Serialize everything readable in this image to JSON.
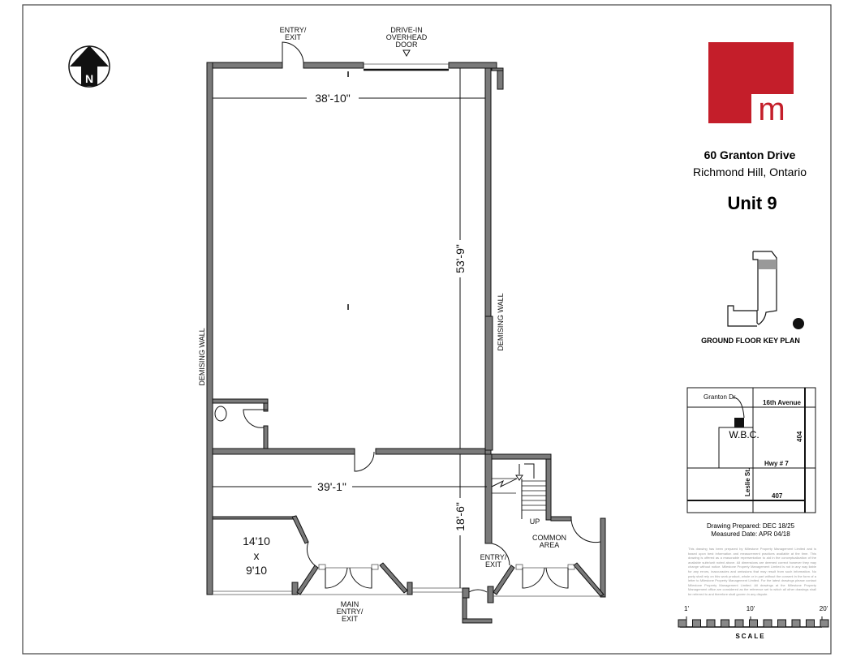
{
  "plan": {
    "top_entry_label": [
      "ENTRY/",
      "EXIT"
    ],
    "overhead_door_label": [
      "DRIVE-IN",
      "OVERHEAD",
      "DOOR"
    ],
    "dim_width_top": "38'-10\"",
    "dim_depth_main": "53'-9\"",
    "dim_width_bottom": "39'-1\"",
    "dim_depth_front": "18'-6\"",
    "demising_wall_left": "DEMISING WALL",
    "demising_wall_right": "DEMISING WALL",
    "office_size": [
      "14'10",
      "x",
      "9'10"
    ],
    "main_entry_label": [
      "MAIN",
      "ENTRY/",
      "EXIT"
    ],
    "side_entry_label": [
      "ENTRY/",
      "EXIT"
    ],
    "common_area_label": [
      "COMMON",
      "AREA"
    ],
    "stair_label": "UP",
    "north_icon": "north-arrow-icon"
  },
  "info": {
    "logo_letter": "m",
    "logo_color": "#c41e2a",
    "address": "60 Granton Drive",
    "city": "Richmond Hill, Ontario",
    "unit": "Unit 9",
    "key_plan_title": "GROUND FLOOR KEY PLAN",
    "map": {
      "granton": "Granton Dr.",
      "sixteenth": "16th Avenue",
      "wbc": "W.B.C.",
      "hwy404": "404",
      "hwy7": "Hwy # 7",
      "leslie": "Leslie St.",
      "hwy407": "407"
    },
    "drawing_prepared": "Drawing Prepared: DEC 18/25",
    "measured_date": "Measured Date: APR 04/18",
    "disclaimer": "This drawing has been prepared by Milestone Property Management Limited and is based upon best information and measurement practices available at the time. This drawing is offered as a reasonable representation to aid in the conceptualization of the available suite/unit noted above. All dimensions are deemed correct however they may change without notice. Milestone Property Management Limited is not in any way liable for any errors, inaccuracies and omissions that may result from such information. No party shall rely on this work product, whole or in part without the consent in the form of a letter to Milestone Property Management Limited. For the latest drawings please contact Milestone Property Management Limited. All drawings at the Milestone Property Management office are considered as the reference set to which all other drawings shall be referred to and therefore shall govern in any dispute.",
    "scale": {
      "ticks": [
        "1'",
        "10'",
        "20'"
      ],
      "label": "SCALE"
    }
  }
}
